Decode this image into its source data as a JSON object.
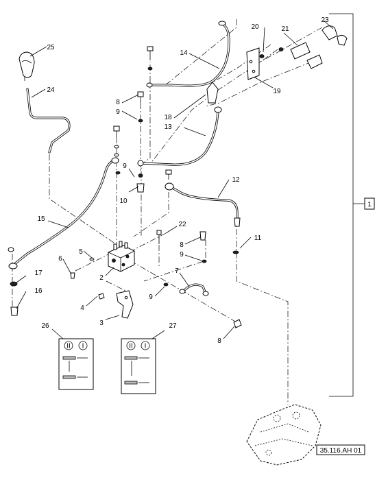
{
  "callouts": {
    "c1": "1",
    "c2": "2",
    "c3": "3",
    "c4": "4",
    "c5": "5",
    "c6": "6",
    "c7": "7",
    "c8a": "8",
    "c8b": "8",
    "c8c": "8",
    "c9a": "9",
    "c9b": "9",
    "c9c": "9",
    "c9d": "9",
    "c10": "10",
    "c11": "11",
    "c12": "12",
    "c13": "13",
    "c14": "14",
    "c15": "15",
    "c16": "16",
    "c17": "17",
    "c18": "18",
    "c19": "19",
    "c20": "20",
    "c21": "21",
    "c22": "22",
    "c23": "23",
    "c24": "24",
    "c25": "25",
    "c26": "26",
    "c27": "27"
  },
  "reference": "35.116.AH 01",
  "insets": {
    "left": {
      "roman": "II",
      "arabic": "I"
    },
    "right": {
      "roman": "II",
      "arabic": "I"
    }
  }
}
